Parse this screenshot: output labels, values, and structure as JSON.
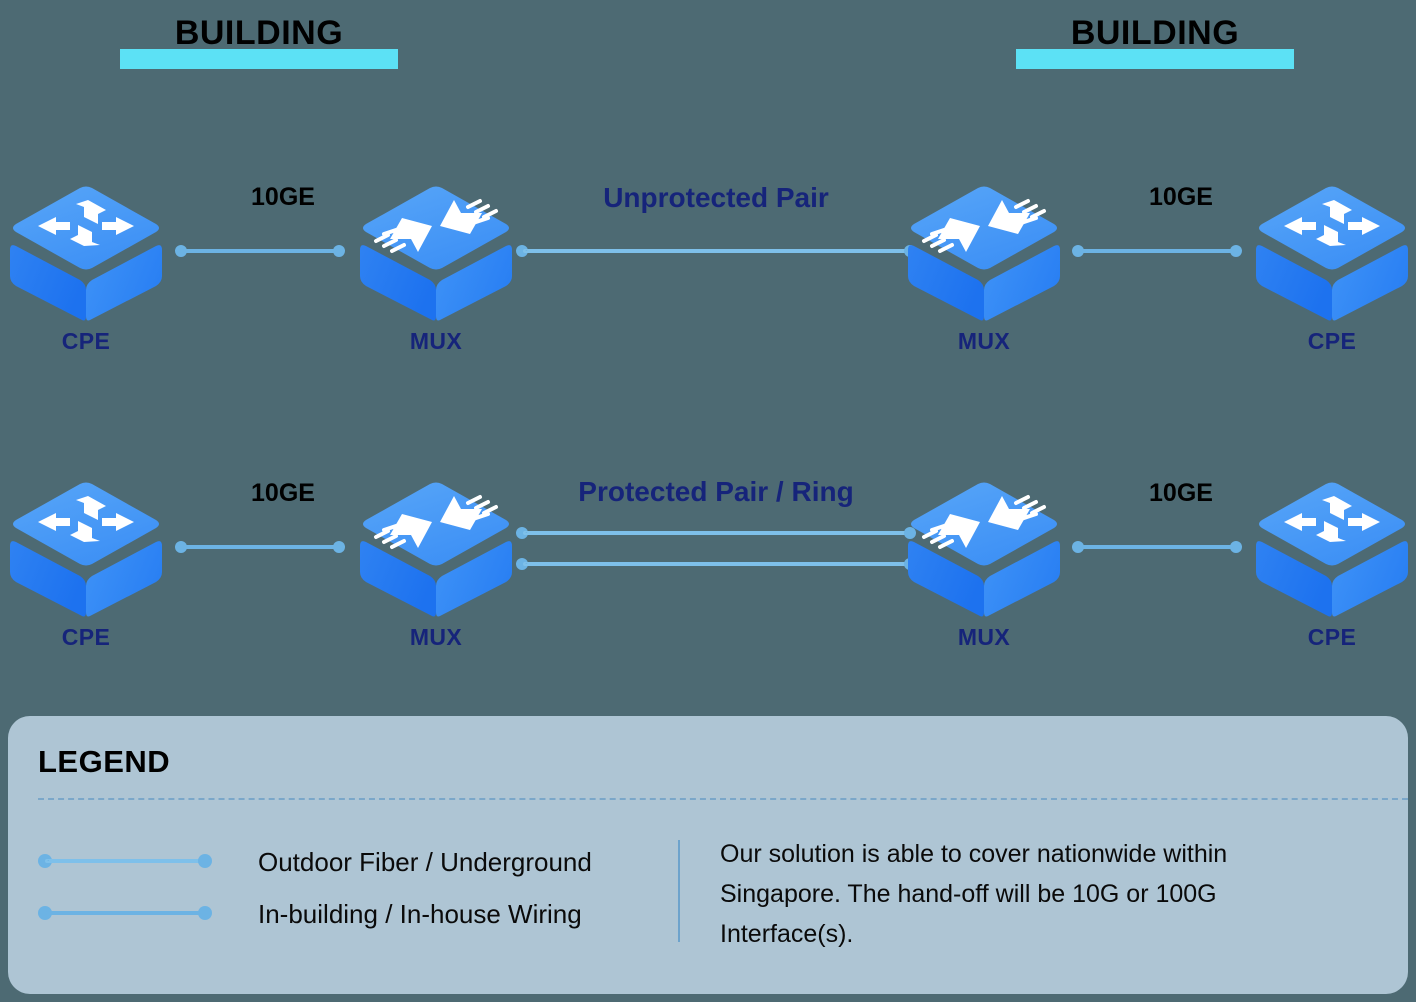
{
  "diagram": {
    "background_color": "#4d6a73",
    "buildings": [
      {
        "label": "BUILDING",
        "highlight_color": "#5ce1f5"
      },
      {
        "label": "BUILDING",
        "highlight_color": "#5ce1f5"
      }
    ],
    "rows": [
      {
        "name": "unprotected",
        "nodes": [
          {
            "label": "CPE",
            "icon": "router-4way-arrows-icon"
          },
          {
            "label": "MUX",
            "icon": "multiplexer-icon"
          },
          {
            "label": "MUX",
            "icon": "multiplexer-icon"
          },
          {
            "label": "CPE",
            "icon": "router-4way-arrows-icon"
          }
        ],
        "links": [
          {
            "label": "10GE",
            "style": "solid",
            "kind": "in-building"
          },
          {
            "label": "Unprotected Pair",
            "style": "dashed",
            "kind": "outdoor-fiber",
            "lines": 1
          },
          {
            "label": "10GE",
            "style": "solid",
            "kind": "in-building"
          }
        ]
      },
      {
        "name": "protected",
        "nodes": [
          {
            "label": "CPE",
            "icon": "router-4way-arrows-icon"
          },
          {
            "label": "MUX",
            "icon": "multiplexer-icon"
          },
          {
            "label": "MUX",
            "icon": "multiplexer-icon"
          },
          {
            "label": "CPE",
            "icon": "router-4way-arrows-icon"
          }
        ],
        "links": [
          {
            "label": "10GE",
            "style": "solid",
            "kind": "in-building"
          },
          {
            "label": "Protected Pair / Ring",
            "style": "dashed",
            "kind": "outdoor-fiber",
            "lines": 2
          },
          {
            "label": "10GE",
            "style": "solid",
            "kind": "in-building"
          }
        ]
      }
    ]
  },
  "legend": {
    "title": "LEGEND",
    "panel_color": "#aec5d4",
    "items": [
      {
        "style": "dashed",
        "label": "Outdoor Fiber / Underground"
      },
      {
        "style": "solid",
        "label": "In-building / In-house Wiring"
      }
    ],
    "note": "Our solution is able to cover nationwide within Singapore. The hand-off will be 10G or 100G Interface(s).",
    "line_color": "#6cb3e4"
  }
}
